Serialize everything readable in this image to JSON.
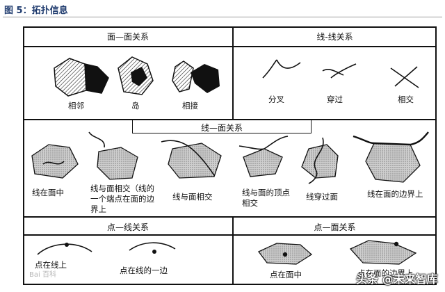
{
  "figure_title": "图 5：拓扑信息",
  "sections": {
    "area_area": {
      "title": "面—面关系",
      "labels": [
        "相邻",
        "岛",
        "相接"
      ]
    },
    "line_line": {
      "title": "线-线关系",
      "labels": [
        "分叉",
        "穿过",
        "相交"
      ]
    },
    "line_area": {
      "title": "线—面关系",
      "labels": [
        "线在面中",
        "线与面相交（线的一个端点在面的边界上",
        "线与面相交",
        "线与面的顶点相交",
        "线穿过面",
        "线在面的边界上"
      ]
    },
    "point_line": {
      "title": "点—线关系",
      "labels": [
        "点在线上",
        "点在线的一边"
      ]
    },
    "point_area": {
      "title": "点—面关系",
      "labels": [
        "点在面中",
        "点在面的边界上"
      ]
    }
  },
  "watermarks": [
    "Bai 百科",
    "头条 @未来智库"
  ],
  "colors": {
    "header": "#1f3b6e",
    "stroke": "#111111",
    "fill_dots": "#c8c8c8"
  }
}
